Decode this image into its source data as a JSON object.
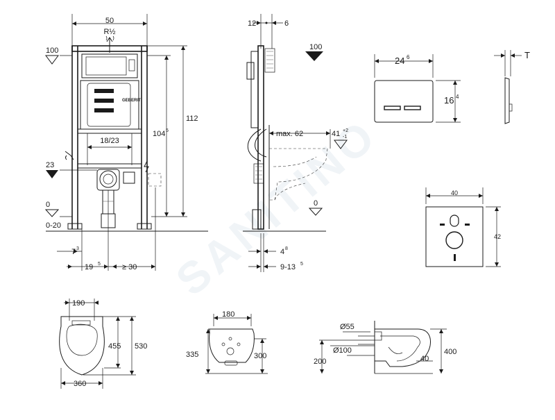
{
  "watermark": "SANITINO",
  "frame_front": {
    "width": "50",
    "inlet": "R½",
    "level_top": "100",
    "level_mid": "23",
    "level_floor": "0",
    "floor_range": "0-20",
    "height_total": "112",
    "height_plate": "104",
    "height_plate_sup": "5",
    "bolt_spacing": "18/23",
    "offset_a": "7",
    "offset_a_sup": "3",
    "offset_b": "19",
    "offset_b_sup": "5",
    "offset_c": "≥ 30",
    "brand": "GEBERIT"
  },
  "frame_side": {
    "depth_a": "12",
    "depth_b": "6",
    "level_top": "100",
    "max_projection": "max. 62",
    "bowl_height": "41",
    "bowl_tol_plus": "+2",
    "bowl_tol_minus": "-1",
    "level_floor": "0",
    "wall_a": "4",
    "wall_a_sup": "8",
    "wall_b": "9-13",
    "wall_b_sup": "5"
  },
  "flush_plate": {
    "width": "24",
    "width_sup": "6",
    "height": "16",
    "height_sup": "4",
    "thickness": "T"
  },
  "sound_mat": {
    "width": "40",
    "height": "42"
  },
  "bowl_top": {
    "width": "190",
    "depth_a": "455",
    "depth_b": "530",
    "bottom_width": "360"
  },
  "bowl_back": {
    "width": "180",
    "height_a": "335",
    "height_b": "300"
  },
  "bowl_section": {
    "dia_small": "Ø55",
    "dia_large": "Ø100",
    "height_a": "200",
    "height_b": "400",
    "depth": "40"
  }
}
